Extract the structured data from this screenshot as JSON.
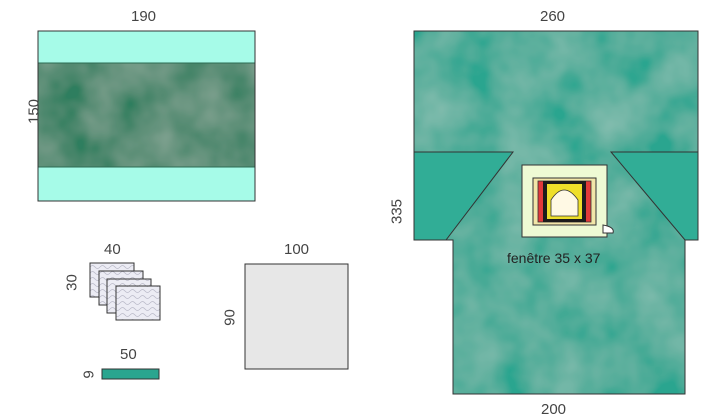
{
  "drape_large": {
    "width_label": "190",
    "height_label": "150"
  },
  "swabs": {
    "width_label": "40",
    "height_label": "30"
  },
  "strip": {
    "width_label": "50",
    "height_label": "9"
  },
  "square_drape": {
    "width_label": "100",
    "height_label": "90"
  },
  "main_drape": {
    "top_width_label": "260",
    "bottom_width_label": "200",
    "height_label": "335",
    "window_label": "fenêtre 35 x 37"
  },
  "colors": {
    "teal": "#2aa58f",
    "dark_green": "#2f7e5e",
    "aqua": "#a6fbe8",
    "gray": "#e7e7e7"
  }
}
